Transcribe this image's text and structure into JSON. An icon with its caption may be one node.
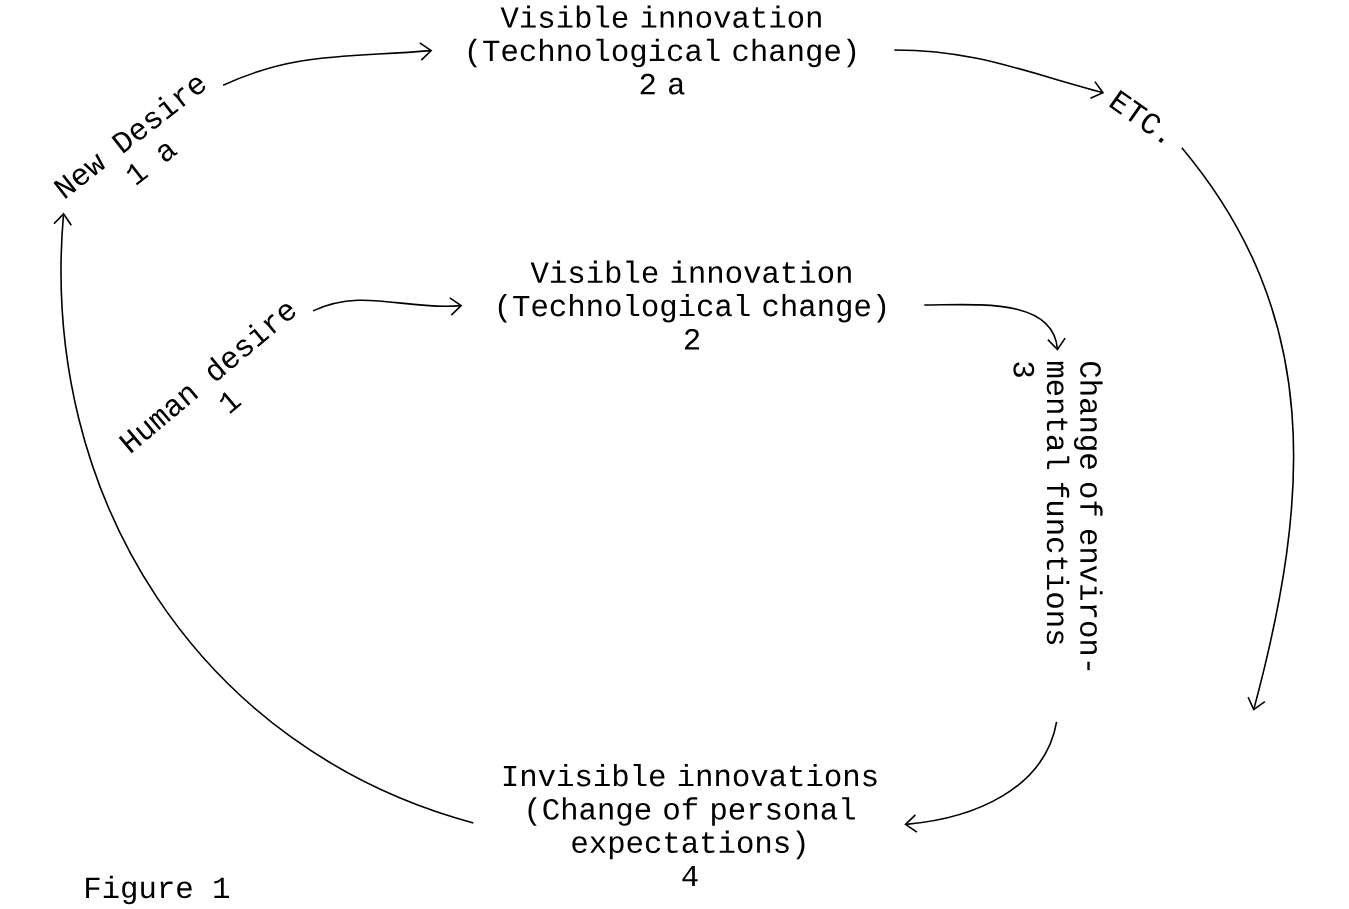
{
  "diagram": {
    "caption": "Figure 1",
    "nodes": [
      {
        "text": [
          "New Desire",
          "1 a"
        ]
      },
      {
        "text": [
          "Visible innovation (Technological change)",
          "2 a"
        ]
      },
      {
        "text": [
          "ETC."
        ]
      },
      {
        "text": [
          "Human desire",
          "1"
        ]
      },
      {
        "text": [
          "Visible innovation (Technological change)",
          "2"
        ]
      },
      {
        "text": [
          "Change of environ- mental functions",
          "3"
        ]
      },
      {
        "text": [
          "Invisible innovations (Change of personal expectations)",
          "4"
        ]
      }
    ],
    "edges": [
      {
        "from": 0,
        "to": 1,
        "arrow": "to"
      },
      {
        "from": 1,
        "to": 2,
        "arrow": "to"
      },
      {
        "from": 2,
        "to": null,
        "arrow": "to"
      },
      {
        "from": 3,
        "to": 4,
        "arrow": "to"
      },
      {
        "from": 4,
        "to": 5,
        "arrow": "to"
      },
      {
        "from": 5,
        "to": 6,
        "arrow": "to"
      },
      {
        "from": 6,
        "to": 0,
        "arrow": "to"
      }
    ]
  }
}
